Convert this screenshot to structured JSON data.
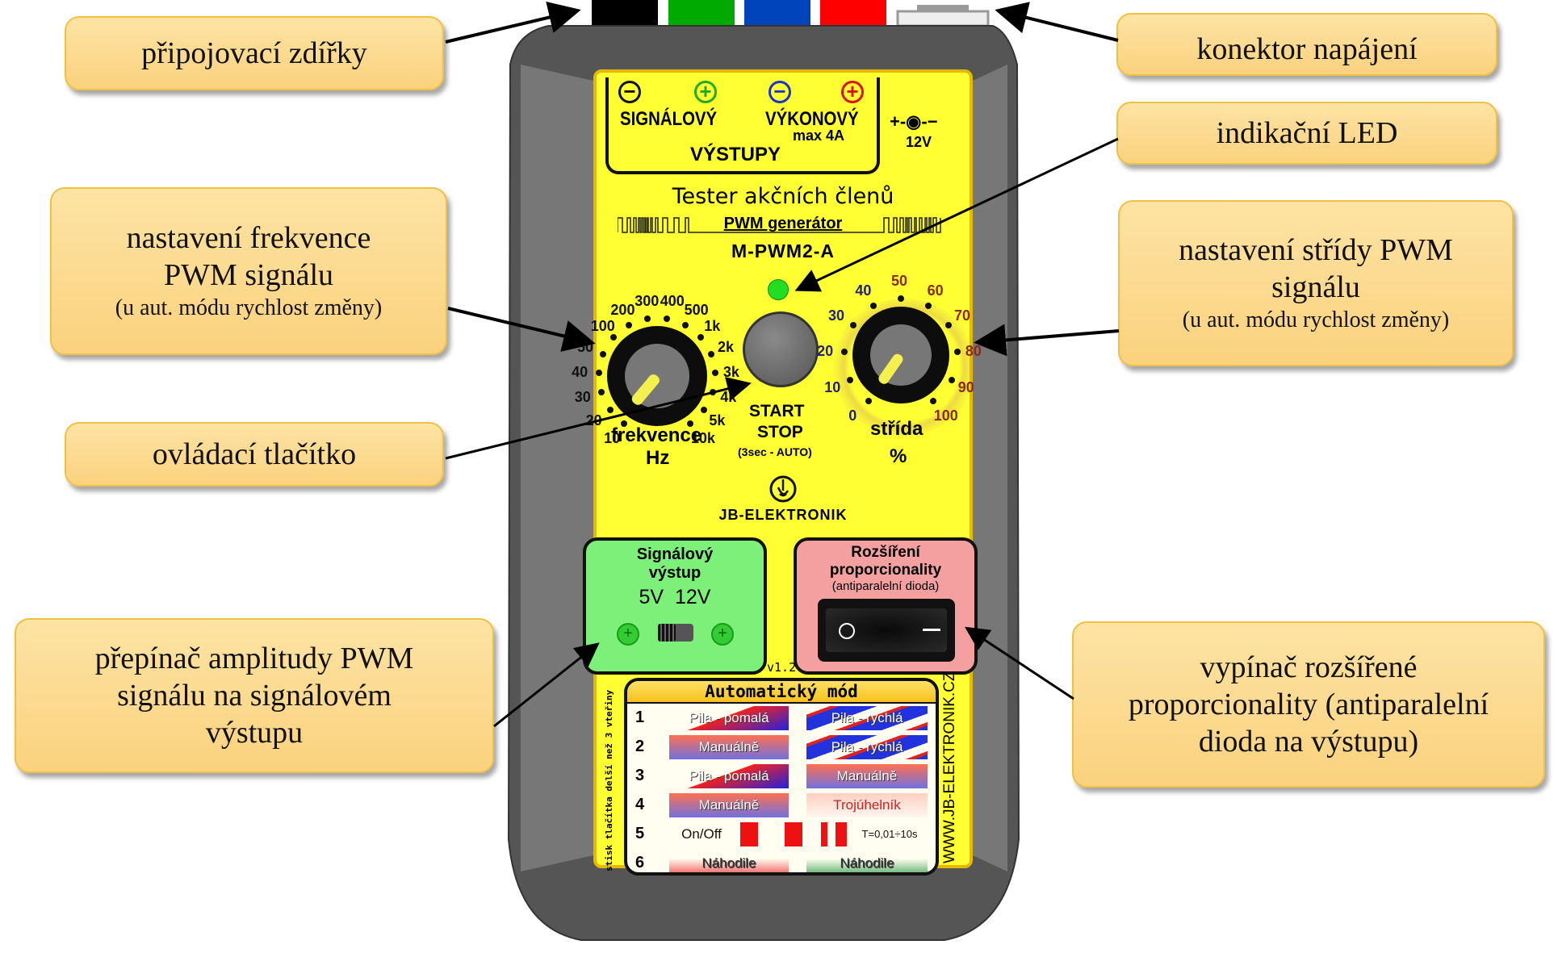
{
  "callouts": {
    "connector_jacks": "připojovací zdířky",
    "power_connector": "konektor napájení",
    "indicator_led": "indikační LED",
    "freq_setting": {
      "line1": "nastavení frekvence",
      "line2": "PWM signálu",
      "note": "(u aut. módu rychlost změny)"
    },
    "duty_setting": {
      "line1": "nastavení střídy PWM",
      "line2": "signálu",
      "note": "(u aut. módu rychlost změny)"
    },
    "control_button": "ovládací tlačítko",
    "amplitude_switch": {
      "line1": "přepínač amplitudy PWM",
      "line2": "signálu na signálovém",
      "line3": "výstupu"
    },
    "proportionality_switch": {
      "line1": "vypínač rozšířené",
      "line2": "proporcionality (antiparalelní",
      "line3": "dioda na výstupu)"
    }
  },
  "device": {
    "jack_colors": [
      "#000000",
      "#00aa00",
      "#0044bb",
      "#ff0000"
    ],
    "outputs": {
      "signal_label": "SIGNÁLOVÝ",
      "power_label": "VÝKONOVÝ",
      "power_note": "max 4A",
      "title": "VÝSTUPY",
      "terminals": [
        {
          "symbol": "−",
          "color": "#111111"
        },
        {
          "symbol": "+",
          "color": "#22aa22"
        },
        {
          "symbol": "−",
          "color": "#1a33cc"
        },
        {
          "symbol": "+",
          "color": "#dd1111"
        }
      ]
    },
    "power_jack": {
      "polarity": "+-◉-−",
      "voltage": "12V"
    },
    "title": "Tester akčních členů",
    "subtitle": "PWM generátor",
    "model": "M-PWM2-A",
    "led_color": "#22dd22",
    "frequency_knob": {
      "label": "frekvence",
      "unit": "Hz",
      "scale": [
        "10",
        "20",
        "30",
        "40",
        "50",
        "100",
        "200",
        "300",
        "400",
        "500",
        "1k",
        "2k",
        "3k",
        "4k",
        "5k",
        "10k"
      ]
    },
    "start_button": {
      "line1": "START",
      "line2": "STOP",
      "line3": "(3sec - AUTO)"
    },
    "duty_knob": {
      "label": "střída",
      "unit": "%",
      "scale": [
        "0",
        "10",
        "20",
        "30",
        "40",
        "50",
        "60",
        "70",
        "80",
        "90",
        "100"
      ]
    },
    "brand": "JB-ELEKTRONIK",
    "signal_output_box": {
      "line1": "Signálový",
      "line2": "výstup",
      "options": "5V  12V",
      "selected": "5V"
    },
    "proportionality_box": {
      "line1": "Rozšíření",
      "line2": "proporcionality",
      "line3": "(antiparalelní dioda)",
      "off_symbol": "O",
      "on_symbol": "—"
    },
    "version": "v1.2",
    "auto_mode": {
      "title": "Automatický mód",
      "side_note": "stisk tlačítka delší než 3 vteřiny",
      "website": "WWW.JB-ELEKTRONIK.CZ",
      "rows": [
        {
          "n": "1",
          "freq": "Pila - pomalá",
          "duty": "Pila - rychlá"
        },
        {
          "n": "2",
          "freq": "Manuálně",
          "duty": "Pila - rychlá"
        },
        {
          "n": "3",
          "freq": "Pila - pomalá",
          "duty": "Manuálně"
        },
        {
          "n": "4",
          "freq": "Manuálně",
          "duty": "Trojúhelník"
        },
        {
          "n": "5",
          "freq": "On/Off",
          "duty": "T=0,01÷10s"
        },
        {
          "n": "6",
          "freq": "Náhodile",
          "duty": "Náhodile"
        }
      ]
    }
  }
}
